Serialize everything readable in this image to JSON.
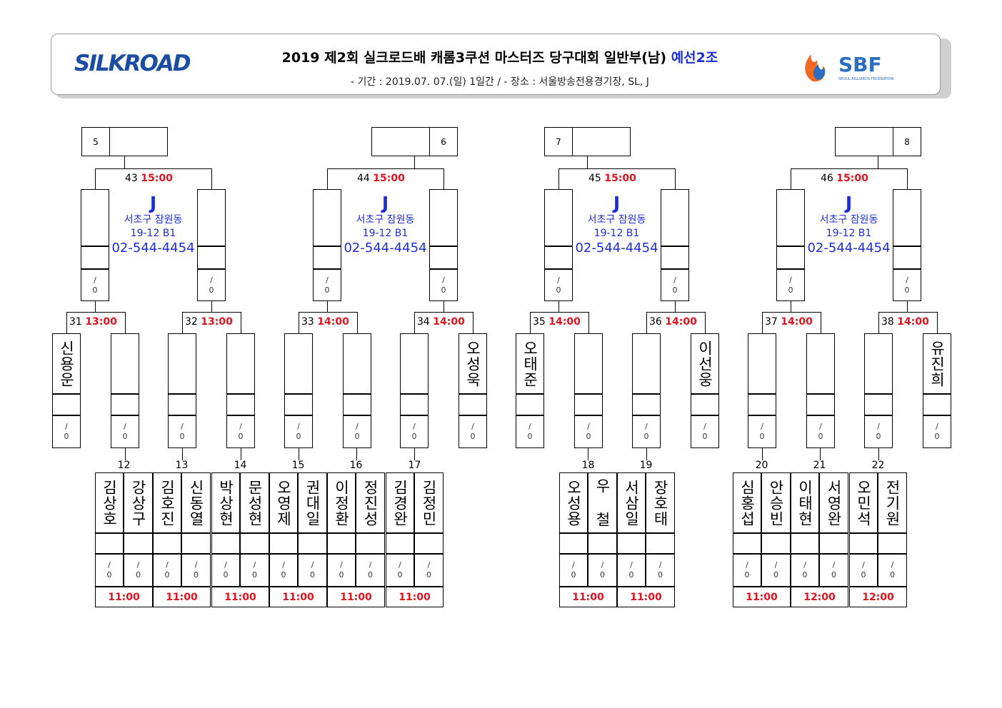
{
  "header": {
    "title": "2019 제2회 실크로드배 캐롬3쿠션 마스터즈 당구대회 일반부(남)",
    "group": "예선2조",
    "subtitle": "- 기간 : 2019.07. 07.(일) 1일간 / - 장소 : 서울방송전용경기장, SL, J",
    "logo_left": "SILKROAD",
    "logo_right": "SBF",
    "logo_right_sub": "SEOUL BILLIARDS FEDERATION"
  },
  "colors": {
    "time": "#e0141e",
    "venue": "#1c2fd6",
    "group": "#1c2fd6"
  },
  "final_slots": [
    "5",
    "6",
    "7",
    "8"
  ],
  "venue": {
    "name": "J",
    "addr1": "서초구 잠원동",
    "addr2": "19-12 B1",
    "phone": "02-544-4454"
  },
  "score_text": "/ 0",
  "round3": [
    {
      "num": "43",
      "time": "15:00"
    },
    {
      "num": "44",
      "time": "15:00"
    },
    {
      "num": "45",
      "time": "15:00"
    },
    {
      "num": "46",
      "time": "15:00"
    }
  ],
  "round2": [
    {
      "num": "31",
      "time": "13:00"
    },
    {
      "num": "32",
      "time": "13:00"
    },
    {
      "num": "33",
      "time": "14:00"
    },
    {
      "num": "34",
      "time": "14:00"
    },
    {
      "num": "35",
      "time": "14:00"
    },
    {
      "num": "36",
      "time": "14:00"
    },
    {
      "num": "37",
      "time": "14:00"
    },
    {
      "num": "38",
      "time": "14:00"
    }
  ],
  "round2_players": [
    "신용운",
    "",
    "",
    "",
    "",
    "",
    "",
    "오성욱",
    "오태준",
    "",
    "",
    "이선웅",
    "",
    "",
    "",
    "유진희"
  ],
  "round1": [
    {
      "num": "12",
      "time": "11:00",
      "players": [
        "김상호",
        "강상구"
      ]
    },
    {
      "num": "13",
      "time": "11:00",
      "players": [
        "김호진",
        "신동열"
      ]
    },
    {
      "num": "14",
      "time": "11:00",
      "players": [
        "박상현",
        "문성현"
      ]
    },
    {
      "num": "15",
      "time": "11:00",
      "players": [
        "오영제",
        "권대일"
      ]
    },
    {
      "num": "16",
      "time": "11:00",
      "players": [
        "이정환",
        "정진성"
      ]
    },
    {
      "num": "17",
      "time": "11:00",
      "players": [
        "김경완",
        "김정민"
      ]
    },
    {
      "num": "18",
      "time": "11:00",
      "players": [
        "오성용",
        "우 철"
      ]
    },
    {
      "num": "19",
      "time": "11:00",
      "players": [
        "서삼일",
        "장호태"
      ]
    },
    {
      "num": "20",
      "time": "11:00",
      "players": [
        "심홍섭",
        "안승빈"
      ]
    },
    {
      "num": "21",
      "time": "12:00",
      "players": [
        "이태현",
        "서영완"
      ]
    },
    {
      "num": "22",
      "time": "12:00",
      "players": [
        "오민석",
        "전기원"
      ]
    }
  ]
}
